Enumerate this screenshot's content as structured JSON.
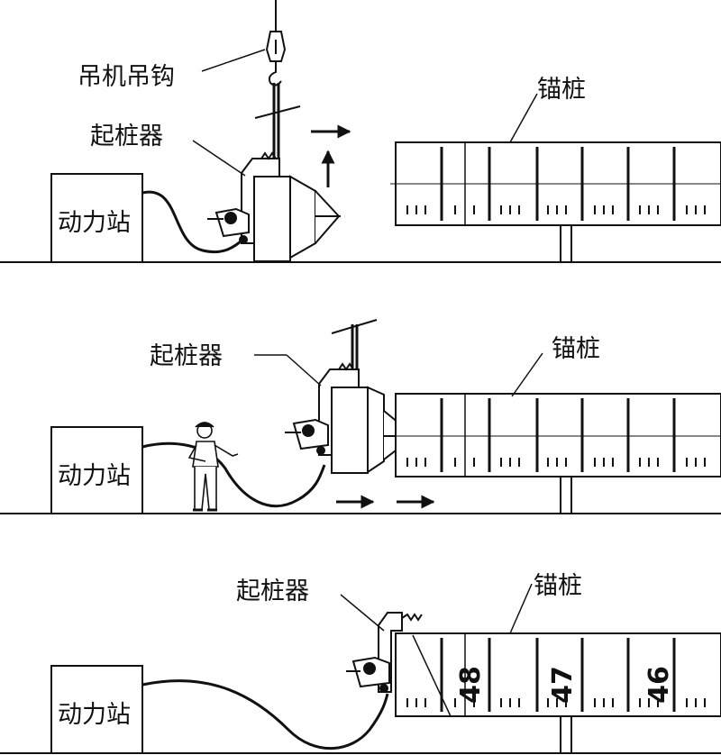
{
  "panels": [
    {
      "power_station": "动力站",
      "crane_hook": "吊机吊钩",
      "extractor": "起桩器",
      "anchor_pile": "锚桩"
    },
    {
      "power_station": "动力站",
      "extractor": "起桩器",
      "anchor_pile": "锚桩"
    },
    {
      "power_station": "动力站",
      "extractor": "起桩器",
      "anchor_pile": "锚桩",
      "pile_marks": [
        "48",
        "47",
        "46"
      ]
    }
  ],
  "line_color": "#111111"
}
